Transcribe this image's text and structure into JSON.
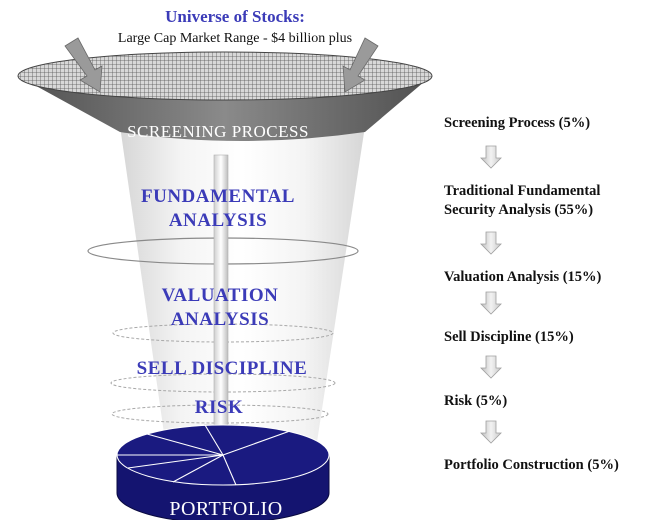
{
  "header": {
    "title": "Universe of Stocks:",
    "subtitle": "Large Cap Market Range - $4 billion plus"
  },
  "funnel": {
    "band_label": "SCREENING PROCESS",
    "stages": [
      {
        "line1": "FUNDAMENTAL",
        "line2": "ANALYSIS"
      },
      {
        "line1": "VALUATION",
        "line2": "ANALYSIS"
      },
      {
        "line1": "SELL DISCIPLINE",
        "line2": ""
      },
      {
        "line1": "RISK",
        "line2": ""
      }
    ],
    "base_label": "PORTFOLIO"
  },
  "process_steps": [
    "Screening Process (5%)",
    "Traditional Fundamental Security Analysis (55%)",
    "Valuation Analysis (15%)",
    "Sell Discipline (15%)",
    "Risk (5%)",
    "Portfolio Construction (5%)"
  ],
  "colors": {
    "stage_text": "#3b3bb8",
    "portfolio_fill": "#1a1a80",
    "band_fill": "#6e6e6e"
  }
}
